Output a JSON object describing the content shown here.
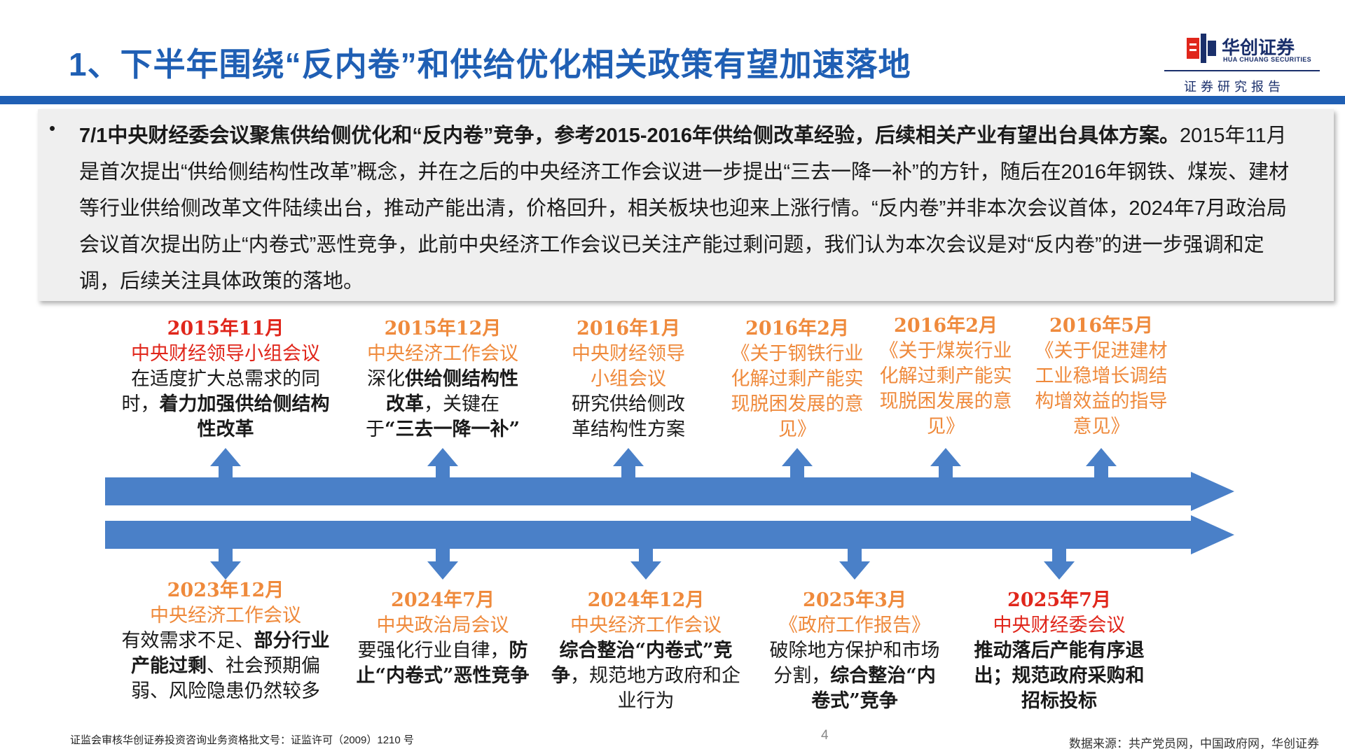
{
  "header": {
    "title": "1、下半年围绕“反内卷”和供给优化相关政策有望加速落地",
    "logo_text": "华创证券",
    "logo_sub": "HUA CHUANG SECURITIES",
    "report_label": "证券研究报告",
    "bar_color": "#1f5fb4"
  },
  "summary": {
    "bullet": "•",
    "lead_bold": "7/1中央财经委会议聚焦供给侧优化和“反内卷”竞争，参考2015-2016年供给侧改革经验，后续相关产业有望出台具体方案。",
    "body": "2015年11月是首次提出“供给侧结构性改革”概念，并在之后的中央经济工作会议进一步提出“三去一降一补”的方针，随后在2016年钢铁、煤炭、建材等行业供给侧改革文件陆续出台，推动产能出清，价格回升，相关板块也迎来上涨行情。“反内卷”并非本次会议首体，2024年7月政治局会议首次提出防止“内卷式”恶性竞争，此前中央经济工作会议已关注产能过剩问题，我们认为本次会议是对“反内卷”的进一步强调和定调，后续关注具体政策的落地。"
  },
  "timeline": {
    "arrow_color": "#4a80c8",
    "upper_events": [
      {
        "date": "2015年11月",
        "title": "中央财经领导小组会议",
        "color": "red",
        "body": [
          {
            "t": "在适度扩大总需求的同时，",
            "b": false
          },
          {
            "t": "着力加强供给侧结构性改革",
            "b": true
          }
        ]
      },
      {
        "date": "2015年12月",
        "title": "中央经济工作会议",
        "color": "orange",
        "body": [
          {
            "t": "深化",
            "b": false
          },
          {
            "t": "供给侧结构性改革",
            "b": true
          },
          {
            "t": "，关键在于",
            "b": false
          },
          {
            "t": "“三去一降一补”",
            "b": true
          }
        ]
      },
      {
        "date": "2016年1月",
        "title": "中央财经领导小组会议",
        "color": "orange",
        "body": [
          {
            "t": "研究供给侧改革结构性方案",
            "b": false
          }
        ]
      },
      {
        "date": "2016年2月",
        "title": "《关于钢铁行业化解过剩产能实现脱困发展的意见》",
        "color": "orange",
        "body": []
      },
      {
        "date": "2016年2月",
        "title": "《关于煤炭行业化解过剩产能实现脱困发展的意见》",
        "color": "orange",
        "body": []
      },
      {
        "date": "2016年5月",
        "title": "《关于促进建材工业稳增长调结构增效益的指导意见》",
        "color": "orange",
        "body": []
      }
    ],
    "lower_events": [
      {
        "date": "2023年12月",
        "title": "中央经济工作会议",
        "color": "orange",
        "body": [
          {
            "t": "有效需求不足、",
            "b": false
          },
          {
            "t": "部分行业产能过剩",
            "b": true
          },
          {
            "t": "、社会预期偏弱、风险隐患仍然较多",
            "b": false
          }
        ]
      },
      {
        "date": "2024年7月",
        "title": "中央政治局会议",
        "color": "orange",
        "body": [
          {
            "t": "要强化行业自律，",
            "b": false
          },
          {
            "t": "防止“内卷式”恶性竞争",
            "b": true
          }
        ]
      },
      {
        "date": "2024年12月",
        "title": "中央经济工作会议",
        "color": "orange",
        "body": [
          {
            "t": "综合整治“内卷式”竞争",
            "b": true
          },
          {
            "t": "，规范地方政府和企业行为",
            "b": false
          }
        ]
      },
      {
        "date": "2025年3月",
        "title": "《政府工作报告》",
        "color": "orange",
        "body": [
          {
            "t": "破除地方保护和市场分割，",
            "b": false
          },
          {
            "t": "综合整治“内卷式”竞争",
            "b": true
          }
        ]
      },
      {
        "date": "2025年7月",
        "title": "中央财经委会议",
        "color": "red",
        "body": [
          {
            "t": "推动落后产能有序退出；规范政府采购和招标投标",
            "b": true
          }
        ]
      }
    ]
  },
  "footer": {
    "license": "证监会审核华创证券投资咨询业务资格批文号：证监许可（2009）1210 号",
    "page": "4",
    "source": "数据来源：共产党员网，中国政府网，华创证券"
  }
}
